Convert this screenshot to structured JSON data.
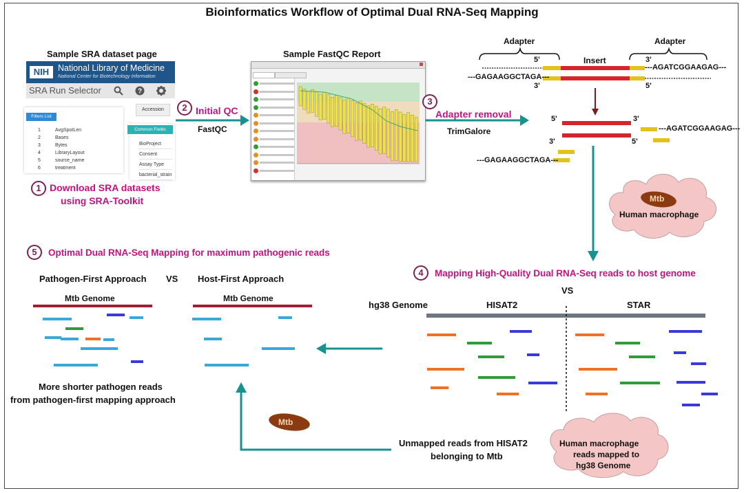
{
  "title": "Bioinformatics Workflow of Optimal Dual RNA-Seq Mapping",
  "colors": {
    "magenta": "#c4127f",
    "teal_arrow": "#16928f",
    "maroon_arrow": "#7a1c1c",
    "insert_red": "#d6262b",
    "adapter_yellow": "#e3c21a",
    "genome_dark_red": "#9b2133",
    "genome_gray": "#6e7680",
    "cloud_pink": "#f5c6c6",
    "mtb_brown": "#8b3a12",
    "read_orange": "#f07025",
    "read_green": "#2e9c3a",
    "read_blue": "#3a3ad8",
    "read_cyan": "#3aa8d8"
  },
  "step1": {
    "number": "1",
    "panel_title": "Sample SRA dataset page",
    "nih_badge": "NIH",
    "nih_name": "National Library of Medicine",
    "nih_subtitle": "National Center for Biotechnology Information",
    "selector_title": "SRA Run Selector",
    "filters_header": "Filters List",
    "filters": [
      {
        "num": "1",
        "name": "AvgSpotLen"
      },
      {
        "num": "2",
        "name": "Bases"
      },
      {
        "num": "3",
        "name": "Bytes"
      },
      {
        "num": "4",
        "name": "LibraryLayout"
      },
      {
        "num": "5",
        "name": "source_name"
      },
      {
        "num": "6",
        "name": "treatment"
      }
    ],
    "accession_label": "Accession",
    "common_fields_header": "Common Fields",
    "common_fields": [
      "BioProject",
      "Consent",
      "Assay Type",
      "bacterial_strain"
    ],
    "caption_line1": "Download SRA datasets",
    "caption_line2": "using SRA-Toolkit"
  },
  "step2": {
    "number": "2",
    "label": "Initial QC",
    "tool": "FastQC",
    "panel_title": "Sample FastQC Report"
  },
  "step3": {
    "number": "3",
    "label": "Adapter removal",
    "tool": "TrimGalore",
    "adapter_left": "Adapter",
    "adapter_right": "Adapter",
    "insert": "Insert",
    "five_prime": "5'",
    "three_prime": "3'",
    "seq_right": "---AGATCGGAAGAG---",
    "seq_left": "---GAGAAGGCTAGA---"
  },
  "cloud_top": {
    "mtb": "Mtb",
    "label": "Human macrophage"
  },
  "step4": {
    "number": "4",
    "label": "Mapping High-Quality Dual RNA-Seq reads to host genome",
    "vs": "VS",
    "genome": "hg38 Genome",
    "aligner_left": "HISAT2",
    "aligner_right": "STAR"
  },
  "step5": {
    "number": "5",
    "label": "Optimal Dual RNA-Seq Mapping for maximum pathogenic reads",
    "approach_left": "Pathogen-First Approach",
    "vs": "VS",
    "approach_right": "Host-First Approach",
    "genome_left": "Mtb Genome",
    "genome_right": "Mtb Genome",
    "conclusion_line1": "More shorter pathogen reads",
    "conclusion_line2": "from pathogen-first mapping approach"
  },
  "bottom": {
    "mtb": "Mtb",
    "unmapped_line1": "Unmapped reads from HISAT2",
    "unmapped_line2": "belonging to Mtb",
    "cloud_line1": "Human macrophage",
    "cloud_line2": "reads mapped to",
    "cloud_line3": "hg38 Genome"
  }
}
